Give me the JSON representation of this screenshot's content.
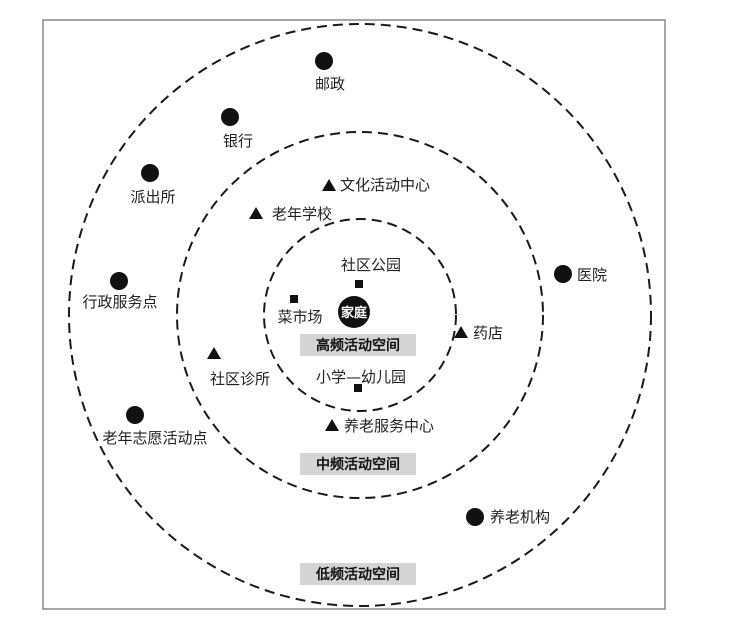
{
  "center": {
    "label": "家庭"
  },
  "zones": {
    "high": "高频活动空间",
    "mid": "中频活动空间",
    "low": "低频活动空间"
  },
  "facilities": {
    "inner": {
      "park": "社区公园",
      "market": "菜市场",
      "school": "小学—幼儿园"
    },
    "middle": {
      "culture": "文化活动中心",
      "elderly_school": "老年学校",
      "pharmacy": "药店",
      "clinic": "社区诊所",
      "elderly_service": "养老服务中心"
    },
    "outer": {
      "post": "邮政",
      "bank": "银行",
      "police": "派出所",
      "admin": "行政服务点",
      "volunteer": "老年志愿活动点",
      "hospital": "医院",
      "institution": "养老机构"
    }
  }
}
